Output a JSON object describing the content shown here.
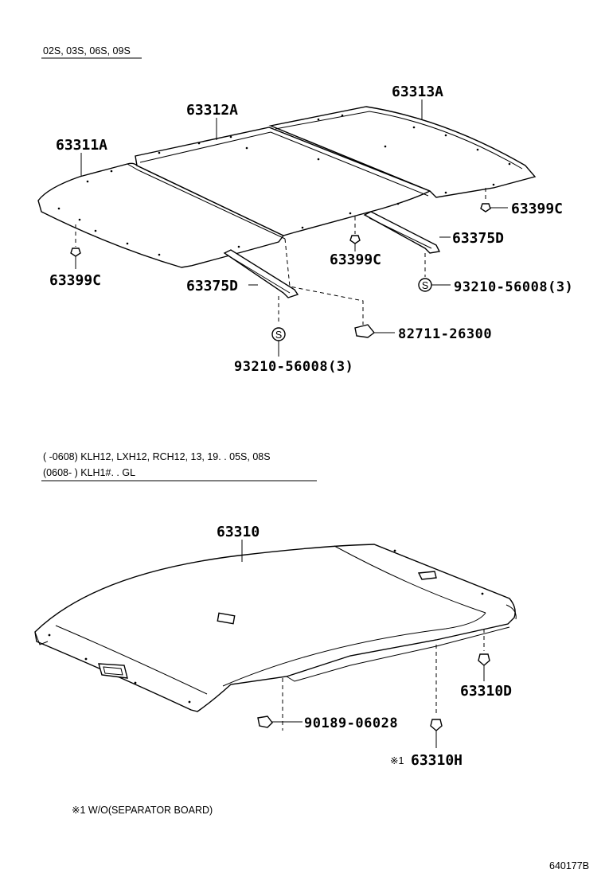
{
  "top_section": {
    "model_codes": "02S, 03S, 06S, 09S",
    "labels": {
      "panel_front": "63311A",
      "panel_center": "63312A",
      "panel_rear": "63313A",
      "clip_left": "63399C",
      "clip_center": "63399C",
      "clip_right": "63399C",
      "rail_left": "63375D",
      "rail_right": "63375D",
      "screw_left": "93210-56008(3)",
      "screw_right": "93210-56008(3)",
      "clip_bottom": "82711-26300"
    },
    "screw_symbol": "S"
  },
  "bottom_section": {
    "applicability_line1": "(      -0608) KLH12, LXH12, RCH12, 13, 19. . 05S, 08S",
    "applicability_line2": "(0608-        ) KLH1#. . GL",
    "labels": {
      "headliner": "63310",
      "clip_right": "63310D",
      "clip_bottom": "63310H",
      "clip_bottom_mark": "※1",
      "retainer": "90189-06028"
    }
  },
  "footnote": "※1   W/O(SEPARATOR BOARD)",
  "diagram_id": "640177B"
}
